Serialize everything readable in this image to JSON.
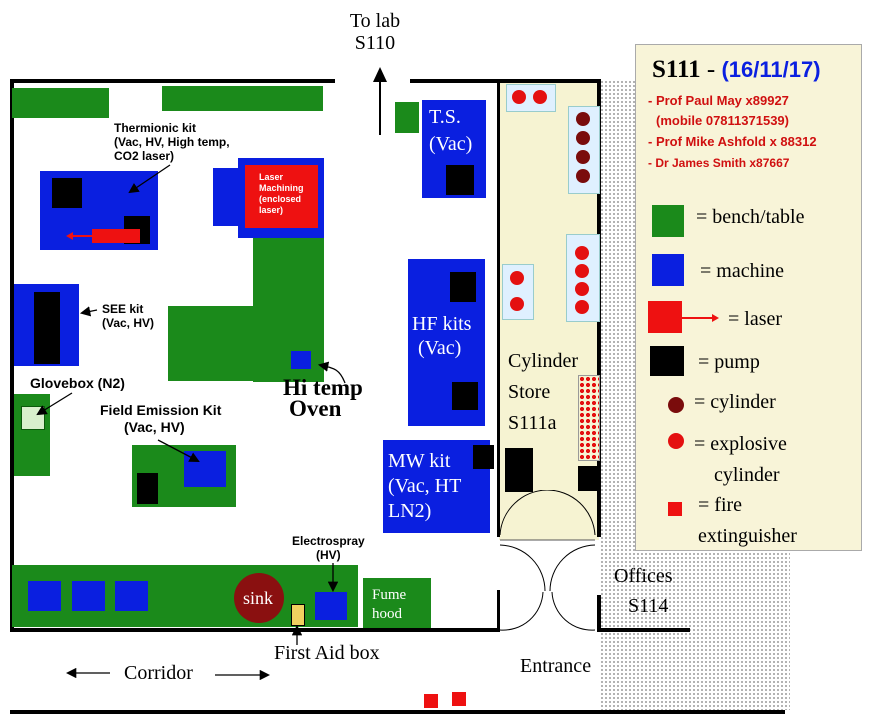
{
  "title": {
    "room": "S111",
    "dash": "-",
    "date": "(16/11/17)"
  },
  "contacts": [
    "- Prof Paul May x89927",
    "(mobile 07811371539)",
    "- Prof Mike Ashfold x 88312",
    "- Dr James Smith x87667"
  ],
  "legend": {
    "bench": "= bench/table",
    "machine": "= machine",
    "laser": "= laser",
    "pump": "= pump",
    "cylinder": "= cylinder",
    "explosive_1": "= explosive",
    "explosive_2": "cylinder",
    "fire_1": "= fire",
    "fire_2": "extinguisher"
  },
  "labels": {
    "to_lab_1": "To lab",
    "to_lab_2": "S110",
    "thermionic": [
      "Thermionic kit",
      "(Vac, HV, High temp,",
      "CO2 laser)"
    ],
    "laser_machining": [
      "Laser",
      "Machining",
      "(enclosed",
      "laser)"
    ],
    "ts_1": "T.S.",
    "ts_2": "(Vac)",
    "see_1": "SEE kit",
    "see_2": "(Vac, HV)",
    "hf_1": "HF kits",
    "hf_2": "(Vac)",
    "oven_1": "Hi temp",
    "oven_2": "Oven",
    "glovebox": "Glovebox (N2)",
    "field_emission_1": "Field Emission Kit",
    "field_emission_2": "(Vac, HV)",
    "cylinder_store": [
      "Cylinder",
      "Store",
      "S111a"
    ],
    "mw": [
      "MW kit",
      "(Vac, HT",
      "LN2)"
    ],
    "electrospray_1": "Electrospray",
    "electrospray_2": "(HV)",
    "sink": "sink",
    "fume_1": "Fume",
    "fume_2": "hood",
    "first_aid": "First Aid box",
    "corridor": "Corridor",
    "entrance": "Entrance",
    "offices_1": "Offices",
    "offices_2": "S114"
  },
  "colors": {
    "bench": "#1b8a1b",
    "machine": "#0a1fe0",
    "laser": "#ee1111",
    "pump": "#000000",
    "cylinder": "#7a0c0c",
    "explosive_cylinder": "#e41010",
    "fire_extinguisher": "#ee1111",
    "cylinder_store_floor": "#f6f3d2",
    "first_aid": "#f0d060"
  }
}
